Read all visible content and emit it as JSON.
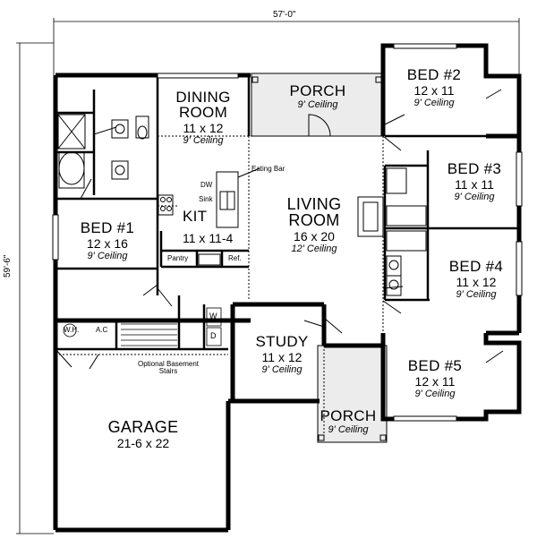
{
  "overall": {
    "width": "57'-0\"",
    "depth": "59'-6\""
  },
  "rooms": {
    "dining": {
      "name1": "DINING",
      "name2": "ROOM",
      "dims": "11 x 12",
      "ceiling": "9' Ceiling"
    },
    "porch_top": {
      "name": "PORCH",
      "ceiling": "9' Ceiling"
    },
    "bed2": {
      "name": "BED #2",
      "dims": "12 x 11",
      "ceiling": "9' Ceiling"
    },
    "bed3": {
      "name": "BED #3",
      "dims": "11 x 11",
      "ceiling": "9' Ceiling"
    },
    "bed4": {
      "name": "BED #4",
      "dims": "11 x 12",
      "ceiling": "9' Ceiling"
    },
    "bed5": {
      "name": "BED #5",
      "dims": "12 x 11",
      "ceiling": "9' Ceiling"
    },
    "bed1": {
      "name": "BED #1",
      "dims": "12 x 16",
      "ceiling": "9' Ceiling"
    },
    "kit": {
      "name": "KIT",
      "dims": "11 x 11-4"
    },
    "living": {
      "name1": "LIVING",
      "name2": "ROOM",
      "dims": "16 x 20",
      "ceiling": "12' Ceiling"
    },
    "study": {
      "name": "STUDY",
      "dims": "11 x 12",
      "ceiling": "9' Ceiling"
    },
    "porch_bottom": {
      "name": "PORCH",
      "ceiling": "9' Ceiling"
    },
    "garage": {
      "name": "GARAGE",
      "dims": "21-6 x 22"
    }
  },
  "fixtures": {
    "eating_bar": "Eating Bar",
    "dw": "DW",
    "sink": "Sink",
    "pantry": "Pantry",
    "ref": "Ref.",
    "wh": "W.H.",
    "ac": "A.C",
    "washer": "W",
    "dryer": "D",
    "basement_line1": "Optional Basement",
    "basement_line2": "Stairs"
  }
}
